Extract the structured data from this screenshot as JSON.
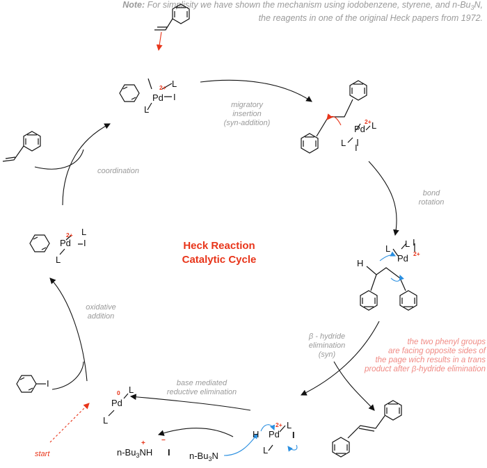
{
  "note": {
    "prefix": "Note:",
    "line1": "For simplisity we have shown the mechanism using iodobenzene, styrene, and n-Bu",
    "line1_sub": "3",
    "line1_end": "N,",
    "line2": "the reagents in one of the original Heck papers from 1972."
  },
  "title": {
    "line1": "Heck Reaction",
    "line2": "Catalytic Cycle"
  },
  "steps": {
    "migratory": {
      "l1": "migratory",
      "l2": "insertion",
      "l3": "(syn-addition)"
    },
    "bond_rotation": {
      "l1": "bond",
      "l2": "rotation"
    },
    "beta_hydride": {
      "l1": "β - hydride",
      "l2": "elimination",
      "l3": "(syn)"
    },
    "reductive": {
      "l1": "base mediated",
      "l2": "reductive elimination"
    },
    "oxidative": {
      "l1": "oxidative",
      "l2": "addition"
    },
    "coordination": {
      "l1": "coordination"
    }
  },
  "comment": {
    "l1": "the two phenyl groups",
    "l2": "are facing opposite sides of",
    "l3": "the page wich results in a  trans",
    "l4": "product after β-hydride elimination"
  },
  "start_label": "start",
  "atoms": {
    "pd": "Pd",
    "l": "L",
    "i": "I",
    "h": "H",
    "charge_2plus": "2+",
    "charge_zero": "0",
    "charge_plus": "+",
    "charge_minus": "−",
    "nbu3nh": "n-Bu",
    "nbu3nh_sub": "3",
    "nbu3nh_end": "NH",
    "nbu3n": "n-Bu",
    "nbu3n_sub": "3",
    "nbu3n_end": "N"
  },
  "colors": {
    "accent": "#e8351a",
    "note_gray": "#9a9a9a",
    "comment_pink": "#f08a84",
    "arrow_blue": "#2a8fe0"
  }
}
